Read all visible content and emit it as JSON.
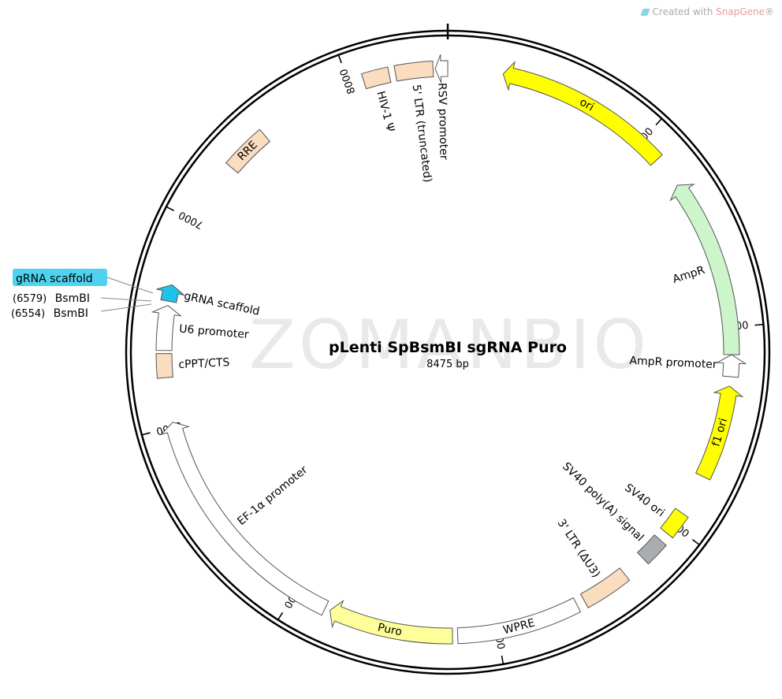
{
  "credit": {
    "prefix": "Created with ",
    "brand": "SnapGene",
    "suffix": "®",
    "icon": "snapgene-logo-icon"
  },
  "watermark": "ZOMANBIO",
  "plasmid": {
    "name": "pLenti SpBsmBI sgRNA Puro",
    "size_label": "8475 bp",
    "length": 8475
  },
  "ticks": [
    {
      "pos": 1000,
      "label": "1000"
    },
    {
      "pos": 2000,
      "label": "2000"
    },
    {
      "pos": 3000,
      "label": "3000"
    },
    {
      "pos": 4000,
      "label": "4000"
    },
    {
      "pos": 5000,
      "label": "5000"
    },
    {
      "pos": 6000,
      "label": "6000"
    },
    {
      "pos": 7000,
      "label": "7000"
    },
    {
      "pos": 8000,
      "label": "8000"
    }
  ],
  "features": [
    {
      "id": "ori",
      "label": "ori",
      "start": 265,
      "end": 1115,
      "dir": -1,
      "color": "#ffff00",
      "label_inside": true
    },
    {
      "id": "ampr",
      "label": "AmpR",
      "start": 1270,
      "end": 2130,
      "dir": -1,
      "color": "#ccf5cc"
    },
    {
      "id": "ampr-promoter",
      "label": "AmpR promoter",
      "start": 2130,
      "end": 2235,
      "dir": -1,
      "color": "#ffffff"
    },
    {
      "id": "f1-ori",
      "label": "f1 ori",
      "start": 2280,
      "end": 2730,
      "dir": -1,
      "color": "#ffff00",
      "label_inside": true
    },
    {
      "id": "sv40-ori",
      "label": "SV40 ori",
      "start": 2930,
      "end": 3050,
      "dir": 0,
      "color": "#ffff00"
    },
    {
      "id": "sv40-polya",
      "label": "SV40 poly(A) signal",
      "start": 3095,
      "end": 3215,
      "dir": 0,
      "color": "#a8adb2"
    },
    {
      "id": "ltr3",
      "label": "3' LTR (ΔU3)",
      "start": 3330,
      "end": 3560,
      "dir": 0,
      "color": "#fadcbe"
    },
    {
      "id": "wpre",
      "label": "WPRE",
      "start": 3600,
      "end": 4190,
      "dir": 0,
      "color": "#ffffff",
      "label_inside": true
    },
    {
      "id": "puro",
      "label": "Puro",
      "start": 4215,
      "end": 4815,
      "dir": 1,
      "color": "#ffff99",
      "label_inside": true
    },
    {
      "id": "ef1a",
      "label": "EF-1α promoter",
      "start": 4840,
      "end": 6020,
      "dir": 1,
      "color": "#ffffff"
    },
    {
      "id": "cppt",
      "label": "cPPT/CTS",
      "start": 6235,
      "end": 6350,
      "dir": 0,
      "color": "#fadcbe"
    },
    {
      "id": "u6",
      "label": "U6 promoter",
      "start": 6365,
      "end": 6580,
      "dir": 1,
      "color": "#ffffff"
    },
    {
      "id": "grna",
      "label": "gRNA scaffold",
      "start": 6600,
      "end": 6680,
      "dir": 1,
      "color": "#1ec3ea"
    },
    {
      "id": "rre",
      "label": "RRE",
      "start": 7310,
      "end": 7530,
      "dir": 0,
      "color": "#fadcbe",
      "label_inside": true
    },
    {
      "id": "hiv-psi",
      "label": "HIV-1 Ψ",
      "start": 8070,
      "end": 8195,
      "dir": 0,
      "color": "#fadcbe"
    },
    {
      "id": "ltr5",
      "label": "5' LTR (truncated)",
      "start": 8225,
      "end": 8405,
      "dir": 0,
      "color": "#fadcbe"
    },
    {
      "id": "rsv",
      "label": "RSV promoter",
      "start": 8415,
      "end": 8475,
      "dir": -1,
      "color": "#ffffff"
    }
  ],
  "sites": [
    {
      "pos_label": "(6579)",
      "name": "BsmBI"
    },
    {
      "pos_label": "(6554)",
      "name": "BsmBI"
    }
  ],
  "grna_callout": "gRNA scaffold"
}
